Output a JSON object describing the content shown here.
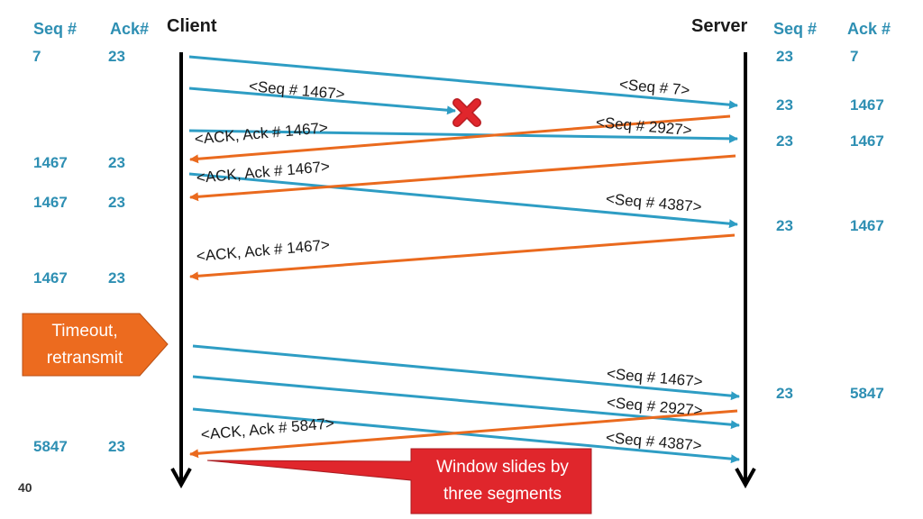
{
  "headers": {
    "client_seq": "Seq #",
    "client_ack": "Ack#",
    "client": "Client",
    "server": "Server",
    "server_seq": "Seq #",
    "server_ack": "Ack #"
  },
  "client_rows": [
    {
      "seq": "7",
      "ack": "23"
    },
    {
      "seq": "1467",
      "ack": "23"
    },
    {
      "seq": "1467",
      "ack": "23"
    },
    {
      "seq": "1467",
      "ack": "23"
    },
    {
      "seq": "5847",
      "ack": "23"
    }
  ],
  "server_rows": [
    {
      "seq": "23",
      "ack": "7"
    },
    {
      "seq": "23",
      "ack": "1467"
    },
    {
      "seq": "23",
      "ack": "1467"
    },
    {
      "seq": "23",
      "ack": "1467"
    },
    {
      "seq": "23",
      "ack": "5847"
    }
  ],
  "messages": {
    "m_seq7": "<Seq # 7>",
    "m_seq1467_lost": "<Seq # 1467>",
    "m_seq2927": "<Seq # 2927>",
    "m_ack1467_a": "<ACK, Ack # 1467>",
    "m_ack1467_b": "<ACK, Ack # 1467>",
    "m_seq4387": "<Seq # 4387>",
    "m_ack1467_c": "<ACK, Ack # 1467>",
    "m_seq1467_re": "<Seq # 1467>",
    "m_seq2927_re": "<Seq # 2927>",
    "m_ack5847": "<ACK, Ack # 5847>",
    "m_seq4387_re": "<Seq # 4387>"
  },
  "callouts": {
    "timeout": "Timeout, retransmit",
    "window": "Window slides by three segments"
  },
  "page_number": "40",
  "colors": {
    "teal": "#2e9dc4",
    "orange": "#ea6a1e",
    "callout_orange": "#ec6b1f",
    "callout_red": "#e0262c",
    "lost_mark": "#e0262c"
  }
}
